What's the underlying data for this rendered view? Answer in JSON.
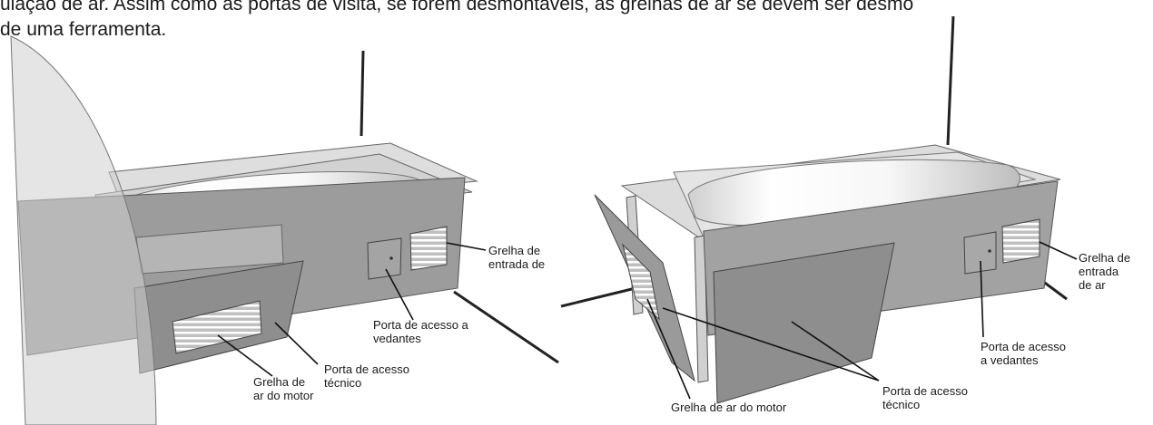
{
  "intro": {
    "line1": "ulação de ar. Assim como as portas de visita, se forem desmontáveis, as grelhas de ar se devem ser desmo",
    "line2": "de uma ferramenta."
  },
  "left_figure": {
    "inlet_grille_label": "Grelha de\nentrada de",
    "seal_door_label": "Porta de acesso a\nvedantes",
    "motor_grille_label": "Grelha de\nar do motor",
    "technical_door_label": "Porta de acesso\ntécnico"
  },
  "right_figure": {
    "inlet_grille_label": "Grelha de\nentrada\nde ar",
    "seal_door_label": "Porta de acesso\na vedantes",
    "motor_grille_label": "Grelha de ar do motor",
    "technical_door_label": "Porta de acesso\ntécnico"
  },
  "colors": {
    "panel": "#9a9a9a",
    "panel_dark": "#8c8c8c",
    "tub_rim": "#d9d9d9",
    "tub_inner": "#f4f4f4",
    "glass": "#c9c9c9",
    "line": "#222222"
  }
}
